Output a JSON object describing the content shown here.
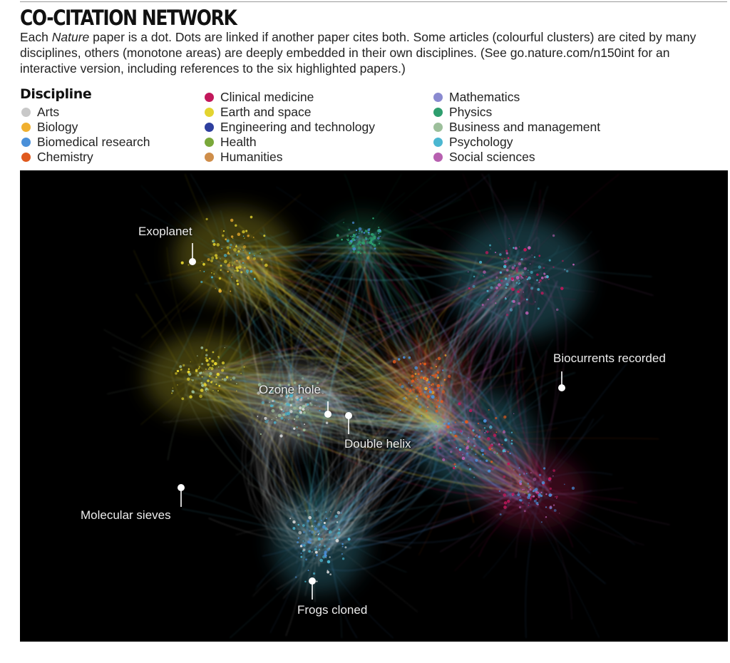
{
  "header": {
    "title": "CO-CITATION NETWORK",
    "desc_part1": "Each ",
    "desc_italic": "Nature",
    "desc_part2": " paper is a dot. Dots are linked if another paper cites both. Some articles (colourful clusters) are cited by many disciplines, others (monotone areas) are deeply embedded in their own disciplines. (See go.nature.com/n150int for an interactive version, including references to the six highlighted papers.)"
  },
  "legend": {
    "title": "Discipline",
    "columns": [
      [
        {
          "label": "Arts",
          "color": "#c8c8c8"
        },
        {
          "label": "Biology",
          "color": "#f0b030"
        },
        {
          "label": "Biomedical research",
          "color": "#4a90d9"
        },
        {
          "label": "Chemistry",
          "color": "#e05a1e"
        }
      ],
      [
        {
          "label": "Clinical medicine",
          "color": "#c2185b"
        },
        {
          "label": "Earth and space",
          "color": "#e3d430"
        },
        {
          "label": "Engineering and technology",
          "color": "#2e3f9e"
        },
        {
          "label": "Health",
          "color": "#7aa83a"
        },
        {
          "label": "Humanities",
          "color": "#cf8e4a"
        }
      ],
      [
        {
          "label": "Mathematics",
          "color": "#8a8ad0"
        },
        {
          "label": "Physics",
          "color": "#2e9e6e"
        },
        {
          "label": "Business and management",
          "color": "#9dbf9b"
        },
        {
          "label": "Psychology",
          "color": "#4bb7d1"
        },
        {
          "label": "Social sciences",
          "color": "#b760b0"
        }
      ]
    ]
  },
  "callouts": {
    "exoplanet": "Exoplanet",
    "biocurrents": "Biocurrents recorded",
    "ozone": "Ozone hole",
    "double_helix": "Double helix",
    "molecular_sieves": "Molecular sieves",
    "frogs": "Frogs cloned"
  }
}
